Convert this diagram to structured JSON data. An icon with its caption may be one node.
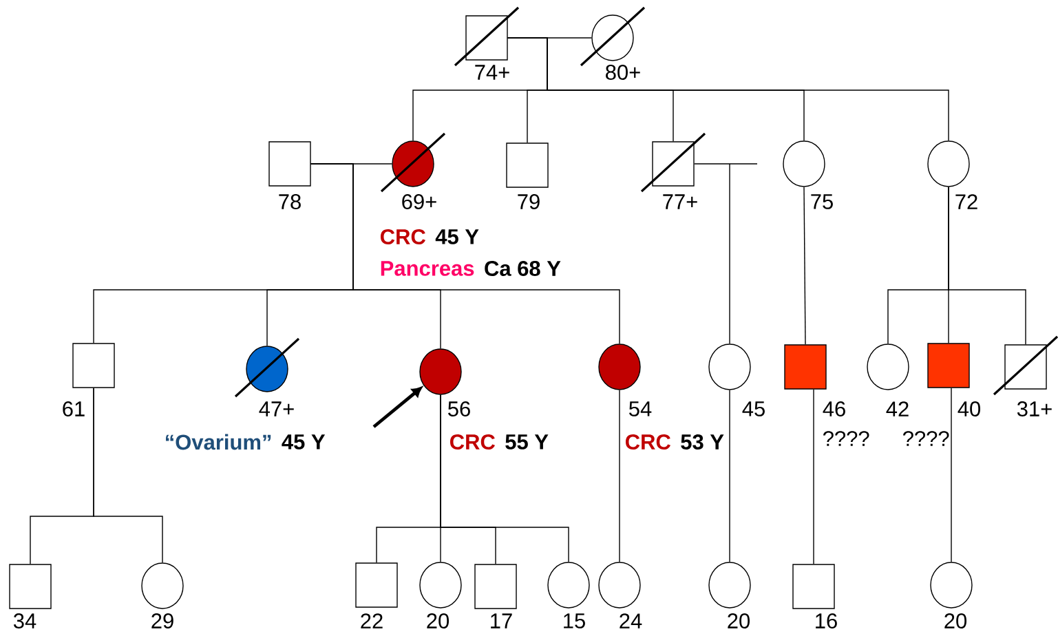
{
  "diagram": {
    "nodes": [
      {
        "text": [
          "74+"
        ]
      },
      {
        "text": [
          "80+"
        ]
      },
      {
        "text": [
          "78"
        ]
      },
      {
        "text": [
          "69+"
        ],
        "beside": [
          "CRC",
          "45 Y",
          "Pancreas",
          "Ca 68 Y"
        ]
      },
      {
        "text": [
          "79"
        ]
      },
      {
        "text": [
          "77+"
        ]
      },
      {
        "text": [
          "75"
        ]
      },
      {
        "text": [
          "72"
        ]
      },
      {
        "text": [
          "61"
        ]
      },
      {
        "text": [
          "47+"
        ],
        "beside": [
          "“Ovarium”",
          "45 Y"
        ]
      },
      {
        "text": [
          "56"
        ],
        "beside": [
          "CRC",
          "55 Y"
        ]
      },
      {
        "text": [
          "54"
        ],
        "beside": [
          "CRC",
          "53 Y"
        ]
      },
      {
        "text": [
          "45"
        ]
      },
      {
        "text": [
          "46"
        ],
        "beside": [
          "????"
        ]
      },
      {
        "text": [
          "42"
        ]
      },
      {
        "text": [
          "40"
        ],
        "beside": [
          "????"
        ]
      },
      {
        "text": [
          "31+"
        ]
      },
      {
        "text": [
          "34"
        ]
      },
      {
        "text": [
          "29"
        ]
      },
      {
        "text": [
          "22"
        ]
      },
      {
        "text": [
          "20"
        ]
      },
      {
        "text": [
          "17"
        ]
      },
      {
        "text": [
          "15"
        ]
      },
      {
        "text": [
          "24"
        ]
      },
      {
        "text": [
          "20"
        ]
      },
      {
        "text": [
          "16"
        ]
      },
      {
        "text": [
          "20"
        ]
      }
    ],
    "edges": [
      {
        "from": 0,
        "to": 1,
        "arrow": "none"
      },
      {
        "from": 0,
        "to": 3,
        "arrow": "none"
      },
      {
        "from": 0,
        "to": 4,
        "arrow": "none"
      },
      {
        "from": 0,
        "to": 5,
        "arrow": "none"
      },
      {
        "from": 0,
        "to": 6,
        "arrow": "none"
      },
      {
        "from": 0,
        "to": 7,
        "arrow": "none"
      },
      {
        "from": 2,
        "to": 3,
        "arrow": "none"
      },
      {
        "from": 2,
        "to": 8,
        "arrow": "none"
      },
      {
        "from": 2,
        "to": 9,
        "arrow": "none"
      },
      {
        "from": 2,
        "to": 10,
        "arrow": "none"
      },
      {
        "from": 2,
        "to": 11,
        "arrow": "none"
      },
      {
        "from": 5,
        "to": 12,
        "arrow": "none"
      },
      {
        "from": 6,
        "to": 13,
        "arrow": "none"
      },
      {
        "from": 7,
        "to": 14,
        "arrow": "none"
      },
      {
        "from": 7,
        "to": 15,
        "arrow": "none"
      },
      {
        "from": 7,
        "to": 16,
        "arrow": "none"
      },
      {
        "from": 8,
        "to": 17,
        "arrow": "none"
      },
      {
        "from": 8,
        "to": 18,
        "arrow": "none"
      },
      {
        "from": 10,
        "to": 19,
        "arrow": "none"
      },
      {
        "from": 10,
        "to": 20,
        "arrow": "none"
      },
      {
        "from": 10,
        "to": 21,
        "arrow": "none"
      },
      {
        "from": 10,
        "to": 22,
        "arrow": "none"
      },
      {
        "from": 11,
        "to": 23,
        "arrow": "none"
      },
      {
        "from": 12,
        "to": 24,
        "arrow": "none"
      },
      {
        "from": 13,
        "to": 25,
        "arrow": "none"
      },
      {
        "from": 15,
        "to": 26,
        "arrow": "none"
      },
      {
        "from": null,
        "to": 10,
        "arrow": "to",
        "style": "thick"
      }
    ]
  }
}
